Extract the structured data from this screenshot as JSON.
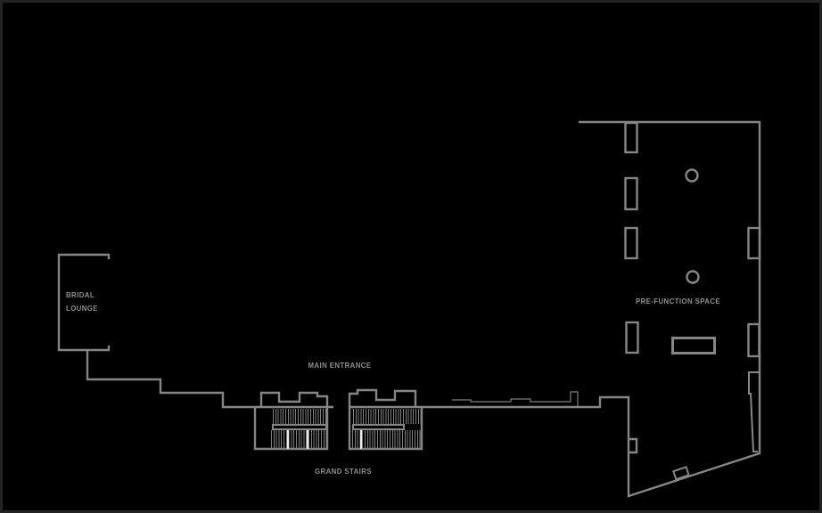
{
  "plan": {
    "type": "venue-floor-plan",
    "background_color": "#000000",
    "frame_color": "#232323",
    "wall_color": "#858585",
    "label_color": "#8e8e8e",
    "stair_rail_highlight_color": "#ededed",
    "labels": {
      "bridal_lounge": {
        "line1": "BRIDAL",
        "line2": "LOUNGE"
      },
      "main_entrance": "MAIN ENTRANCE",
      "grand_stairs": "GRAND STAIRS",
      "pre_function_space": "PRE-FUNCTION SPACE"
    },
    "features": {
      "rooms": [
        "BRIDAL LOUNGE",
        "PRE-FUNCTION SPACE"
      ],
      "circulation": [
        "MAIN ENTRANCE",
        "GRAND STAIRS"
      ],
      "column_count": 2,
      "stair_flights": 2
    }
  }
}
